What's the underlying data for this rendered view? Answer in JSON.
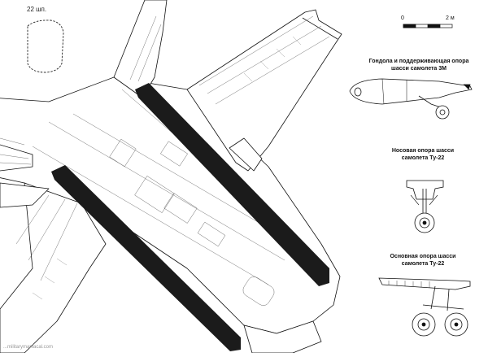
{
  "sheet": {
    "corner_note": "22 шп.",
    "scale": {
      "start": "0",
      "end": "2 м"
    },
    "watermark": "...militarymaniacal.com"
  },
  "details": [
    {
      "id": "nacelle-3m",
      "caption": "Гондола и поддерживающая опора\nшасси самолета 3М"
    },
    {
      "id": "nose-gear-tu22",
      "caption": "Носовая опора шасси\nсамолета Ту-22"
    },
    {
      "id": "main-gear-tu22",
      "caption": "Основная опора шасси\nсамолета Ту-22"
    }
  ],
  "colors": {
    "ink": "#111111",
    "paint_stripe": "#1b1b1b",
    "paper": "#ffffff",
    "panel_lines": "#666666"
  },
  "icons": [
    "bomber-plan-view",
    "nacelle-side-view",
    "nose-gear-front-view",
    "main-gear-side-view",
    "scale-bar"
  ]
}
